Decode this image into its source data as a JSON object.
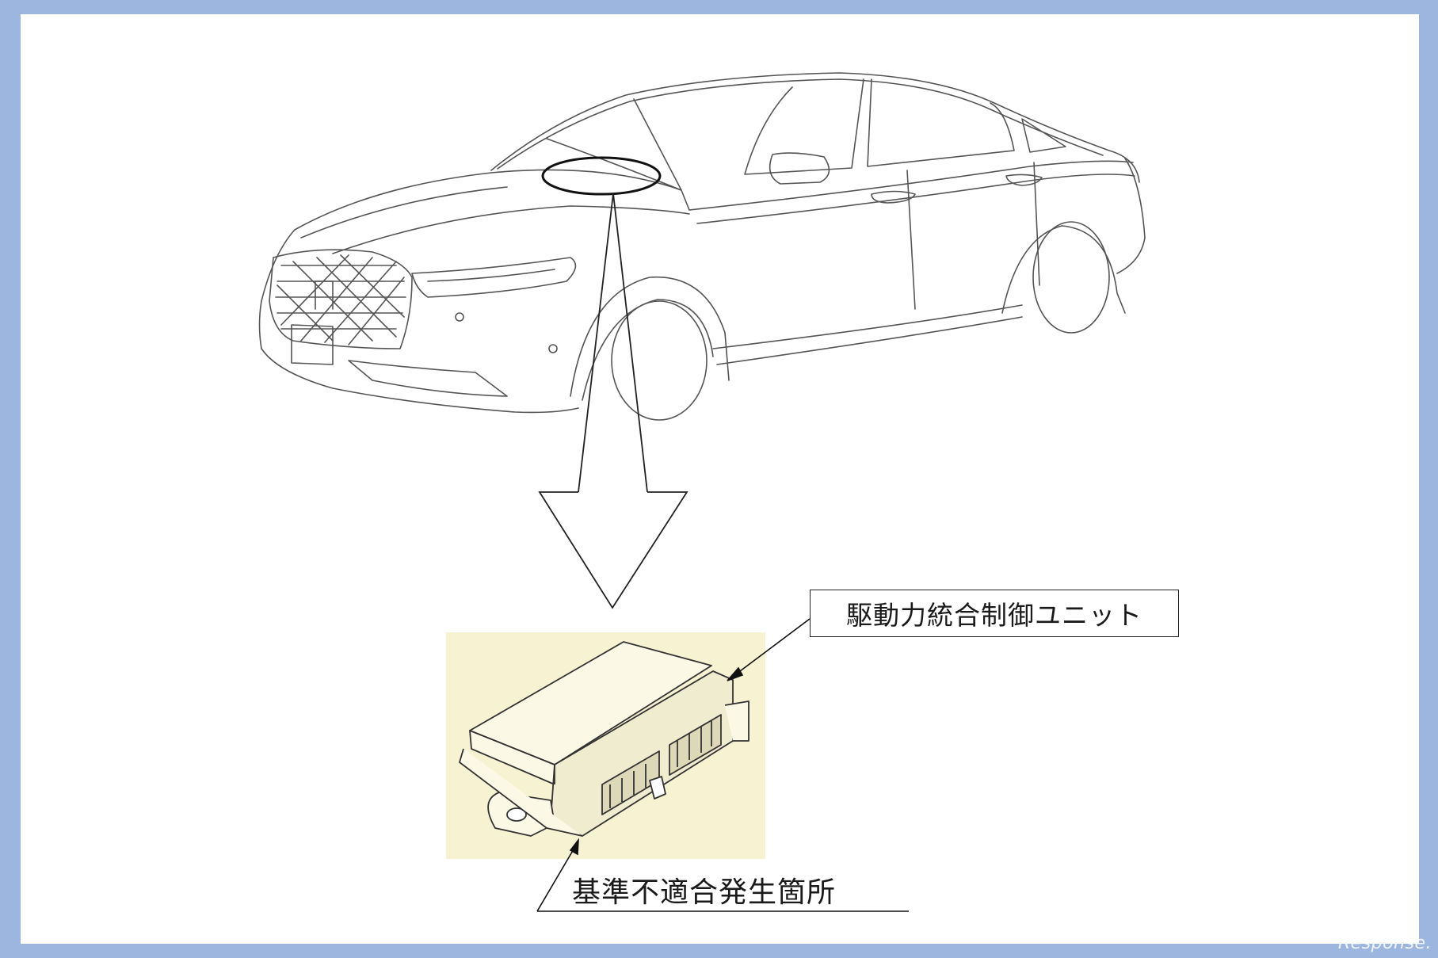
{
  "diagram": {
    "unit_label": "駆動力統合制御ユニット",
    "location_label": "基準不適合発生箇所"
  },
  "watermark": {
    "text": "Response."
  },
  "colors": {
    "background_border": "#9db6e0",
    "line": "#333333",
    "unit_photo_bg": "#f6f2d2"
  },
  "icons": {
    "car": "sedan-line-drawing",
    "unit": "control-unit-illustration",
    "arrow": "down-arrow"
  }
}
